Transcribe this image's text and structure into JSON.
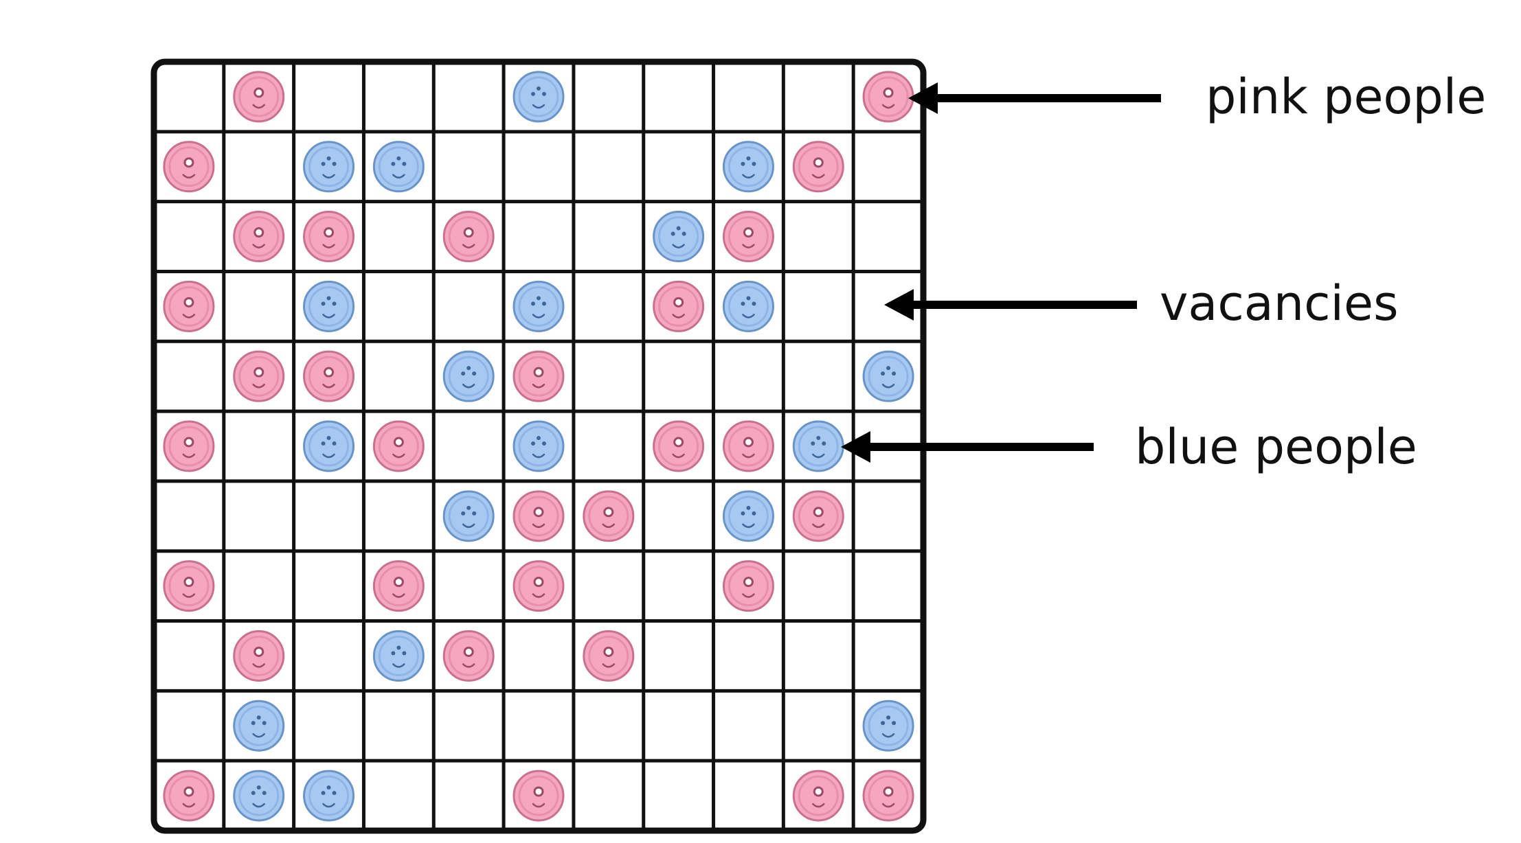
{
  "grid": {
    "rows": 11,
    "cols": 11,
    "cells": [
      "-P---B----P",
      "P-BB----BP-",
      "-PP-P--BP--",
      "P-B--B-PB--",
      "-PP-BP----B",
      "P-BP-B-PPB-",
      "----BPP-BP-",
      "P--P-P--P--",
      "-P-BP-P----",
      "-B--------B",
      "PBB--P---PP"
    ],
    "legend": {
      "P": "pink",
      "B": "blue",
      "-": "vacancy"
    }
  },
  "colors": {
    "pink_fill": "#f4a7bf",
    "pink_ring": "#e88fab",
    "pink_stroke": "#c97090",
    "pink_face": "#9c4a68",
    "blue_fill": "#a7c8f0",
    "blue_ring": "#8fb5e6",
    "blue_stroke": "#6a94c8",
    "blue_face": "#3f6699",
    "grid_line": "#111111"
  },
  "labels": {
    "pink": "pink people",
    "vacancy": "vacancies",
    "blue": "blue people"
  }
}
